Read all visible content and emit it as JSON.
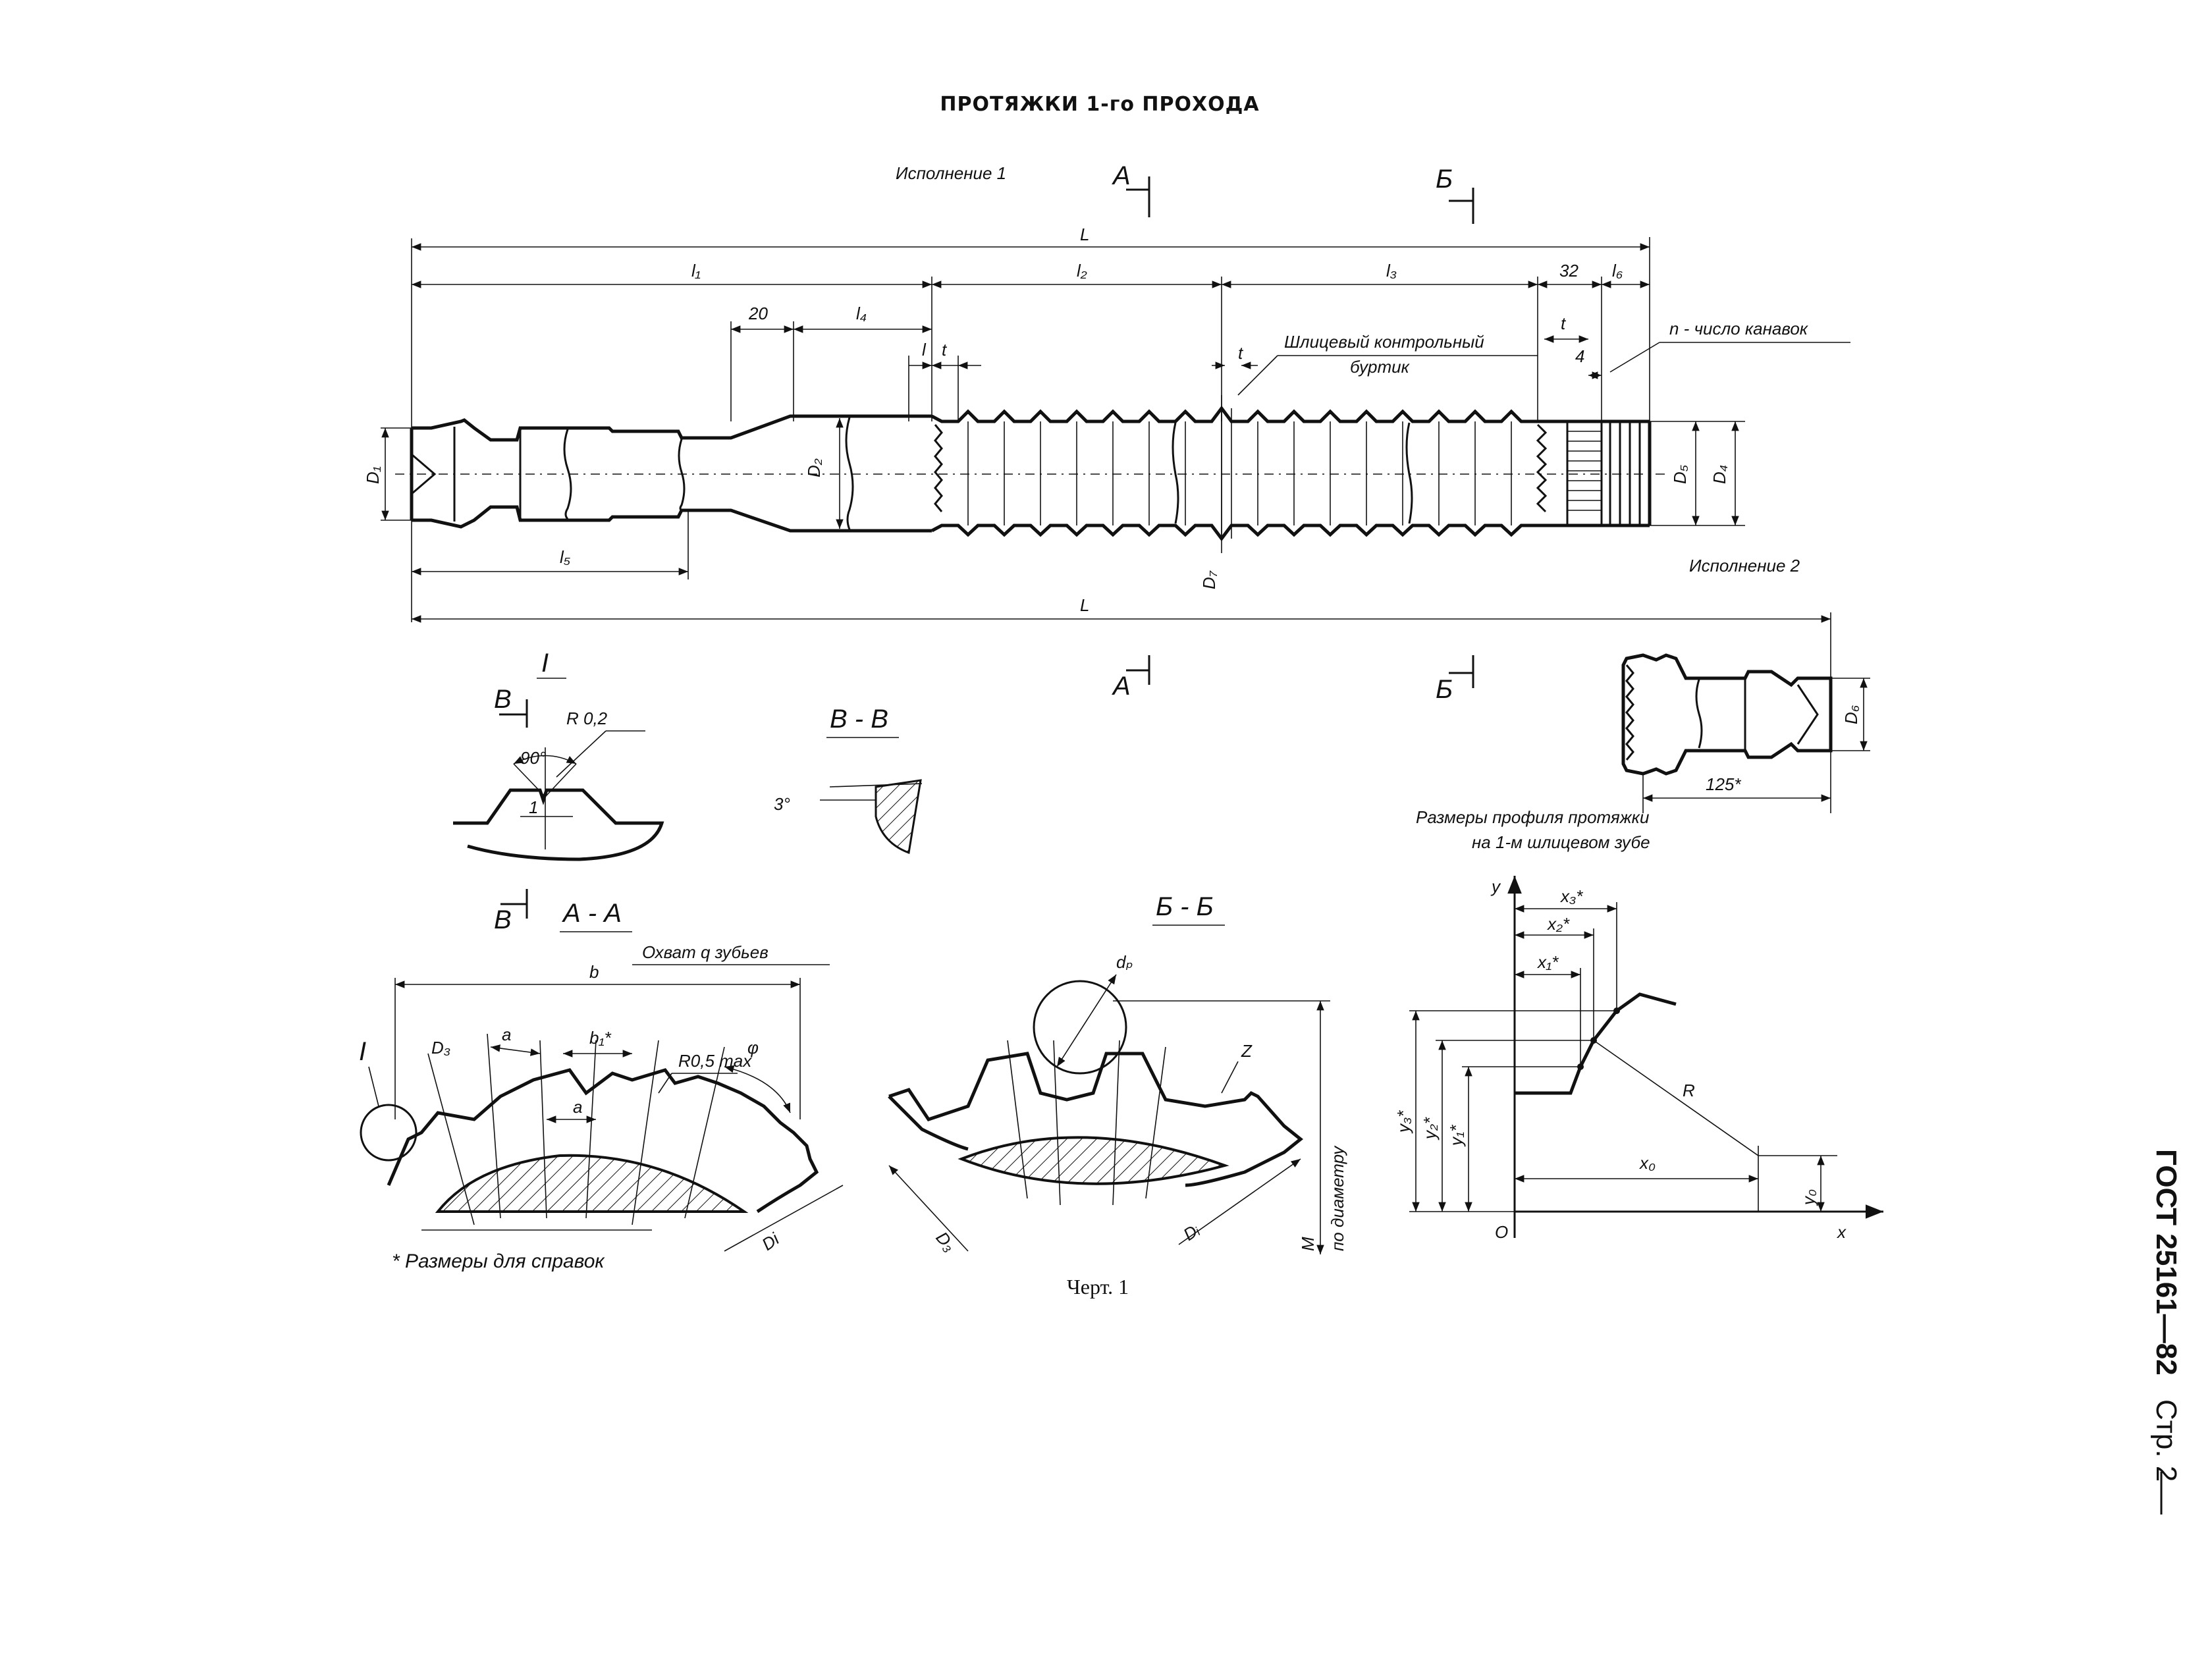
{
  "title": "ПРОТЯЖКИ 1-го ПРОХОДА",
  "variant_1": "Исполнение 1",
  "variant_2": "Исполнение 2",
  "section_marks": {
    "a_top": "А",
    "b_top": "Б",
    "a_bottom": "А",
    "b_bottom": "Б"
  },
  "dimensions": {
    "L": "L",
    "L_bottom": "L",
    "l1": "l₁",
    "l2": "l₂",
    "l3": "l₃",
    "l4": "l₄",
    "l5": "l₅",
    "l6": "l₆",
    "d20": "20",
    "d32": "32",
    "d4": "4",
    "l": "l",
    "t1": "t",
    "t2": "t",
    "t3": "t",
    "D1": "D₁",
    "D2": "D₂",
    "D4": "D₄",
    "D5": "D₅",
    "D6": "D₆",
    "D7": "D₇",
    "d125": "125*"
  },
  "callouts": {
    "spline_collar_1": "Шлицевый контрольный",
    "spline_collar_2": "буртик",
    "grooves": "n - число канавок"
  },
  "detail_I": {
    "label": "I",
    "B": "В",
    "B2": "В",
    "angle": "90°",
    "radius": "R 0,2",
    "one": "1"
  },
  "section_BB": {
    "label": "В - В",
    "angle": "3°"
  },
  "section_AA": {
    "label": "А - А",
    "coverage": "Охват q зубьев",
    "b": "b",
    "D3": "D₃",
    "a1": "a",
    "b1": "b₁*",
    "a2": "a",
    "radius": "R0,5 max",
    "phi": "φ",
    "Di": "Di",
    "I": "I"
  },
  "section_BB2": {
    "label": "Б - Б",
    "dp": "dₚ",
    "Z": "Z",
    "D3": "D₃",
    "Di": "Dᵢ",
    "M": "M",
    "diameter": "по диаметру"
  },
  "profile": {
    "caption_1": "Размеры профиля протяжки",
    "caption_2": "на 1-м шлицевом зубе",
    "y": "y",
    "x": "x",
    "O": "O",
    "x1": "x₁*",
    "x2": "x₂*",
    "x3": "x₃*",
    "y1": "y₁*",
    "y2": "y₂*",
    "y3": "y₃*",
    "R": "R",
    "x0": "x₀",
    "y0": "y₀"
  },
  "note": "* Размеры для справок",
  "figure_caption": "Черт. 1",
  "side_label": {
    "standard": "ГОСТ 25161—82",
    "page": "Стр. 2"
  }
}
